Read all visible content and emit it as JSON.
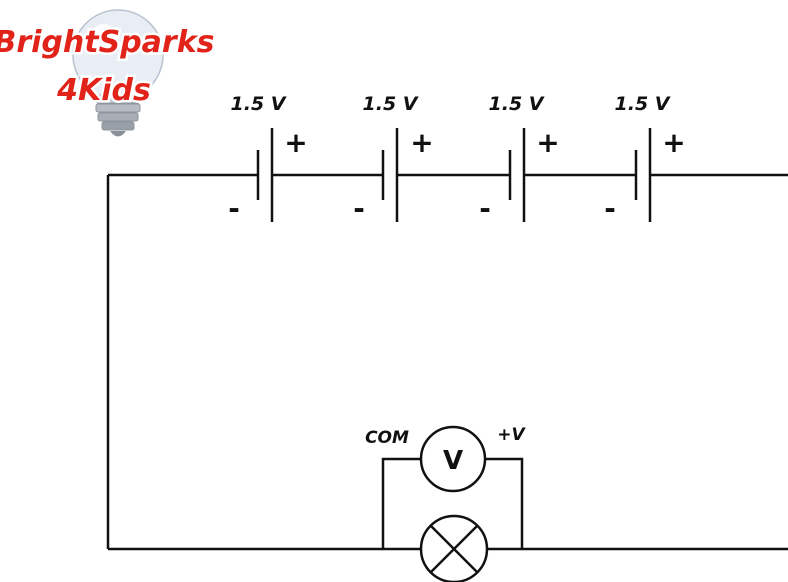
{
  "logo": {
    "line1": "BrightSparks",
    "line2": "4Kids"
  },
  "cells": [
    {
      "voltage": "1.5 V",
      "positive": "+",
      "negative": "-"
    },
    {
      "voltage": "1.5 V",
      "positive": "+",
      "negative": "-"
    },
    {
      "voltage": "1.5 V",
      "positive": "+",
      "negative": "-"
    },
    {
      "voltage": "1.5 V",
      "positive": "+",
      "negative": "-"
    }
  ],
  "voltmeter": {
    "symbol": "V",
    "com_label": "COM",
    "pos_label": "+V"
  },
  "lamp": {
    "symbol": "lamp-cross-icon"
  },
  "colors": {
    "wire": "#111111",
    "logo_red": "#e2231a",
    "logo_outline": "#ffffff"
  }
}
